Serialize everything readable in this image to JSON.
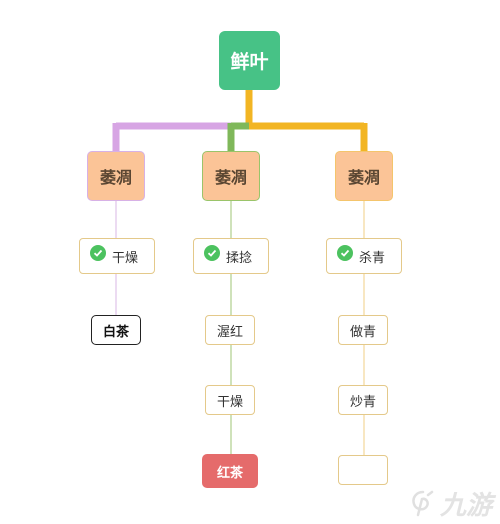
{
  "root": {
    "label": "鲜叶"
  },
  "branches": [
    {
      "label": "萎凋",
      "color": "#d7a5e4",
      "steps": [
        {
          "label": "干燥",
          "checked": true
        },
        {
          "label": "白茶",
          "style": "final-black"
        }
      ]
    },
    {
      "label": "萎凋",
      "color": "#7fb85a",
      "steps": [
        {
          "label": "揉捻",
          "checked": true
        },
        {
          "label": "渥红"
        },
        {
          "label": "干燥"
        },
        {
          "label": "红茶",
          "style": "final-red"
        }
      ]
    },
    {
      "label": "萎凋",
      "color": "#f2b523",
      "steps": [
        {
          "label": "杀青",
          "checked": true
        },
        {
          "label": "做青"
        },
        {
          "label": "炒青"
        },
        {
          "label": ""
        }
      ]
    }
  ],
  "watermark": {
    "text": "九游",
    "icon": "swirl-icon"
  }
}
